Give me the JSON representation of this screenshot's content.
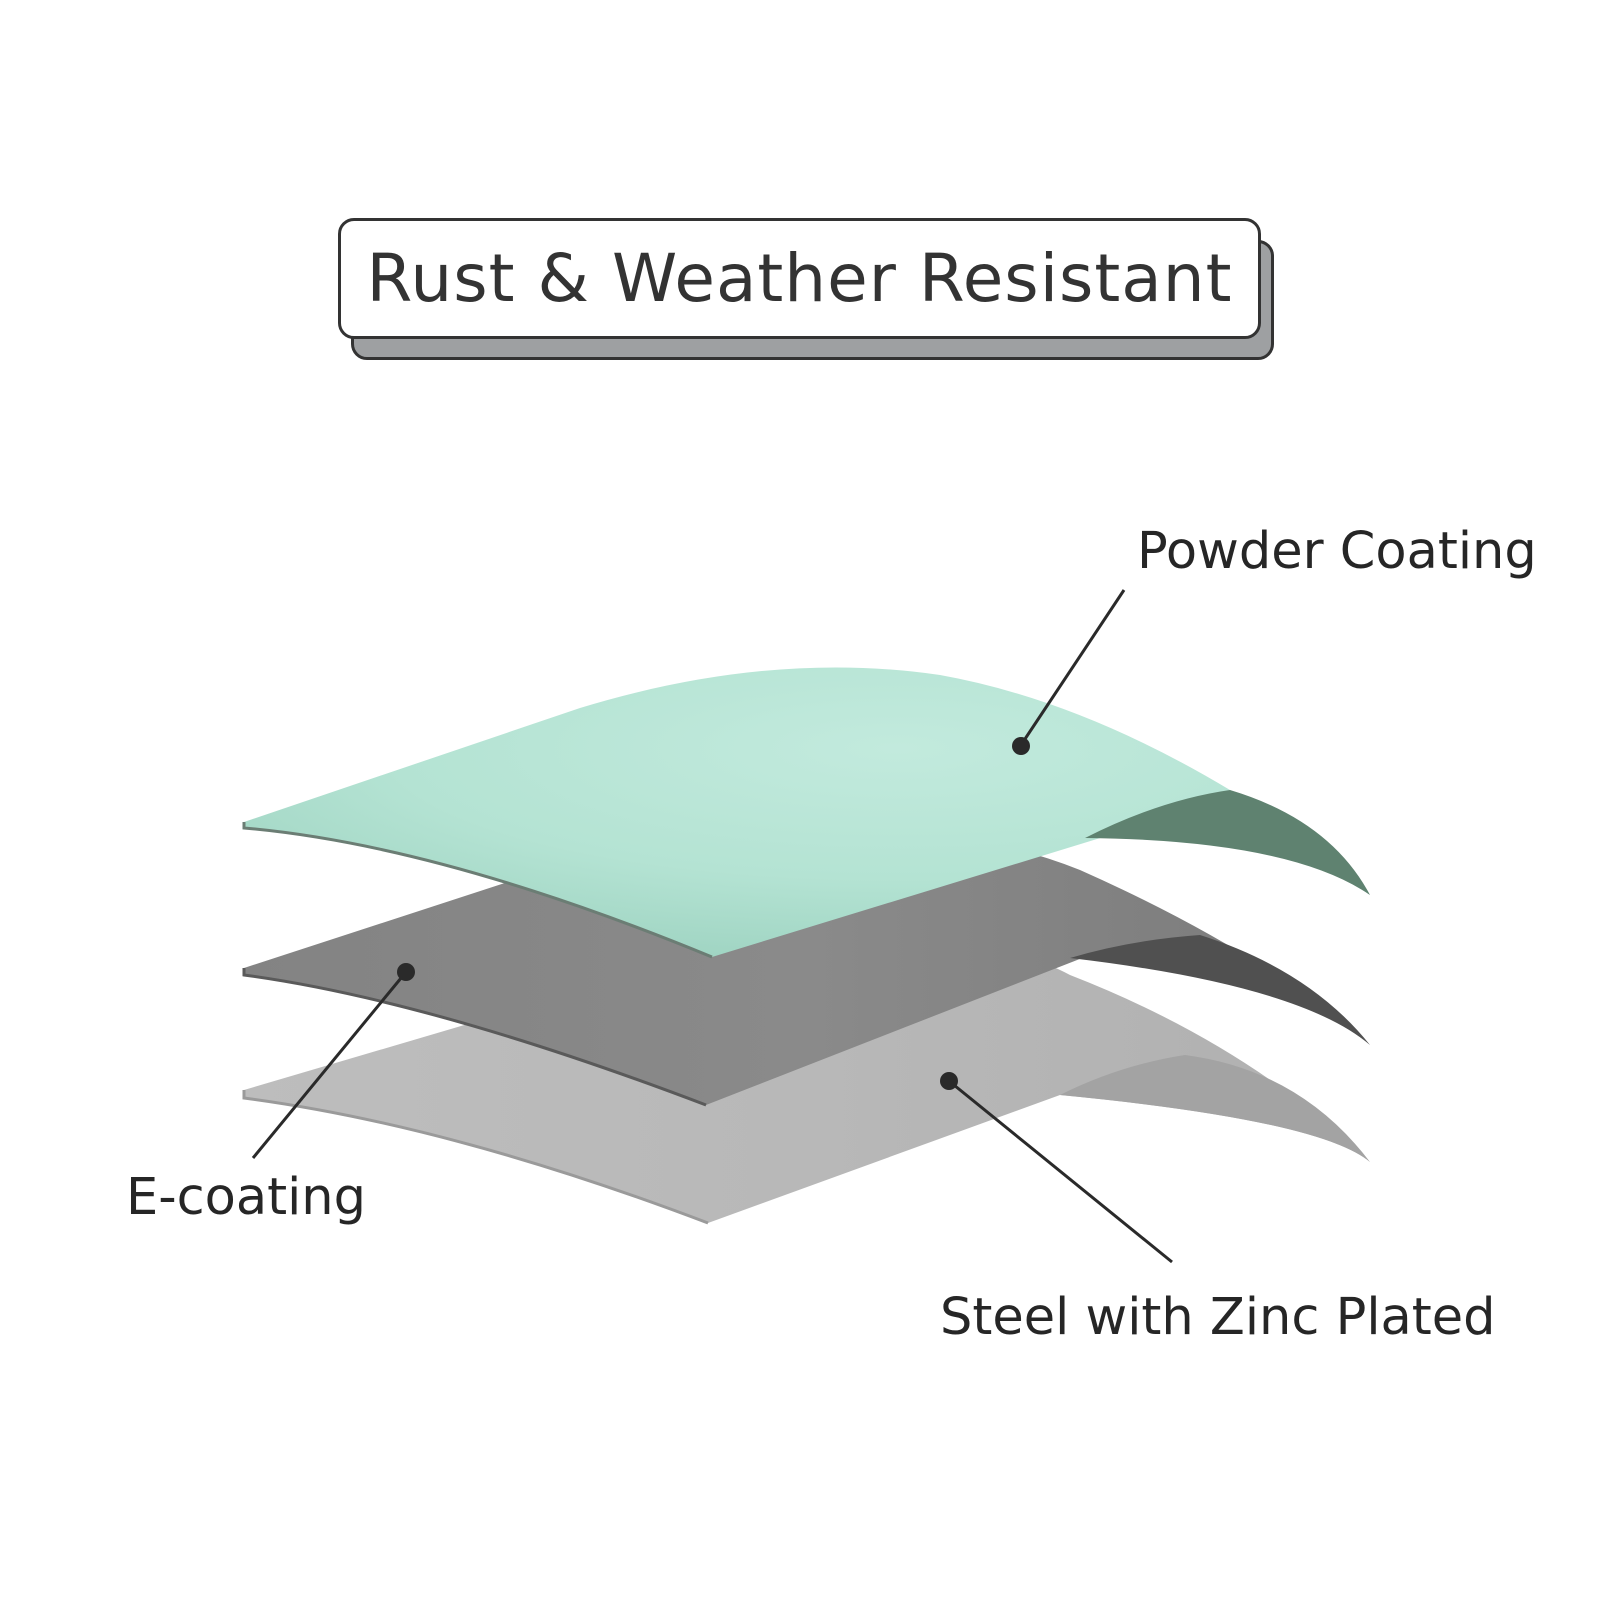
{
  "title": "Rust & Weather Resistant",
  "layers": [
    {
      "label": "Powder Coating",
      "color": "#b4e3d3",
      "edge_color": "#5f7f6e"
    },
    {
      "label": "E-coating",
      "color": "#878787",
      "edge_color": "#4e4e4e"
    },
    {
      "label": "Steel with Zinc Plated",
      "color": "#bababa",
      "edge_color": "#9a9a9a"
    }
  ],
  "colors": {
    "title_border": "#333333",
    "title_shadow": "#9ea0a2",
    "text": "#333333",
    "leader_line": "#2a2a2a"
  }
}
